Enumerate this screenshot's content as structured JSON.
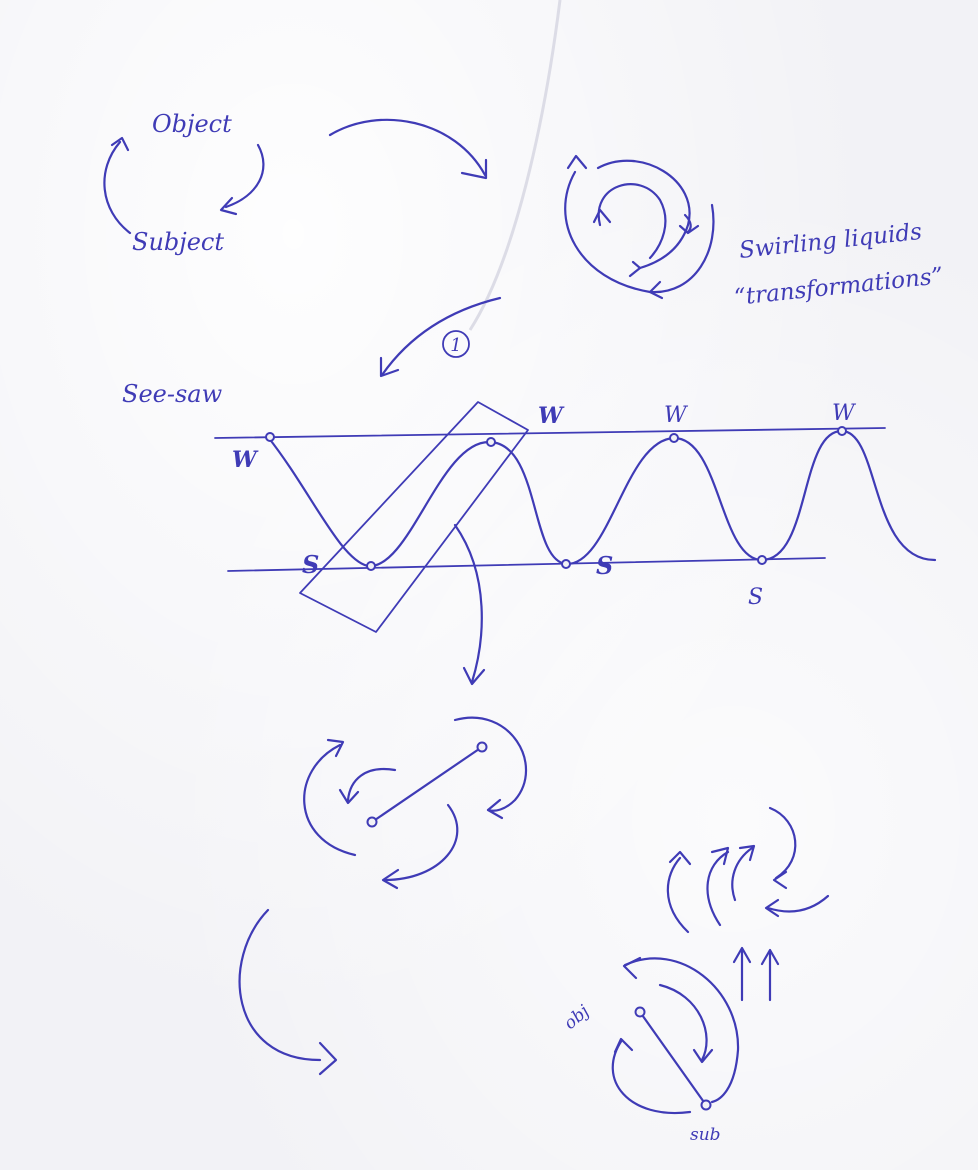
{
  "labels": {
    "object": "Object",
    "subject": "Subject",
    "swirling": "Swirling liquids",
    "transformations": "“transformations”",
    "step_number": "1",
    "seesaw": "See-saw",
    "w1": "W",
    "w2": "W",
    "w3": "W",
    "w4": "W",
    "s1": "S",
    "s2": "S",
    "s3": "S",
    "obj": "obj",
    "sub": "sub"
  },
  "ink_color": "#3f3bb6"
}
